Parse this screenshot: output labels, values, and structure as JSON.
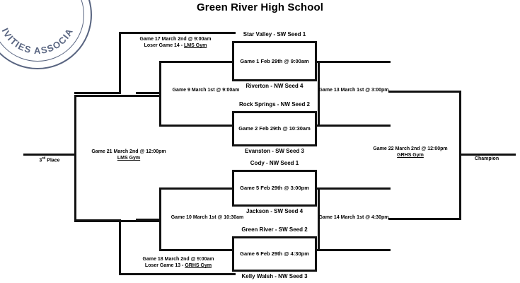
{
  "page": {
    "title": "Green River High School",
    "logo_text": "IVITIES ASSOCIA",
    "line_color": "#111111"
  },
  "bracket": {
    "type": "single-elimination-with-consolation",
    "champion_label": "Champion",
    "third_place_label": "3rd Place",
    "third_place_sup": "rd",
    "third_place_prefix": "3",
    "games": [
      {
        "id": "game-1",
        "label": "Game 1 Feb 29th @ 9:00am",
        "number": 1,
        "date": "Feb 29th",
        "time": "9:00am",
        "top_team": "Star Valley - SW Seed 1",
        "bottom_team": "Riverton - NW Seed 4"
      },
      {
        "id": "game-2",
        "label": "Game 2 Feb 29th @ 10:30am",
        "number": 2,
        "date": "Feb 29th",
        "time": "10:30am",
        "top_team": "Rock Springs - NW Seed 2",
        "bottom_team": "Evanston - SW Seed 3"
      },
      {
        "id": "game-5",
        "label": "Game 5 Feb 29th @ 3:00pm",
        "number": 5,
        "date": "Feb 29th",
        "time": "3:00pm",
        "top_team": "Cody - NW Seed 1",
        "bottom_team": "Jackson - SW Seed 4"
      },
      {
        "id": "game-6",
        "label": "Game 6 Feb 29th @ 4:30pm",
        "number": 6,
        "date": "Feb 29th",
        "time": "4:30pm",
        "top_team": "Green River - SW Seed 2",
        "bottom_team": "Kelly Walsh - NW Seed 3"
      }
    ],
    "rounds": [
      {
        "id": "game-9",
        "label": "Game 9 March 1st @ 9:00am",
        "number": 9,
        "date": "March 1st",
        "time": "9:00am"
      },
      {
        "id": "game-10",
        "label": "Game 10 March 1st @ 10:30am",
        "number": 10,
        "date": "March 1st",
        "time": "10:30am"
      },
      {
        "id": "game-13",
        "label": "Game 13 March 1st @ 3:00pm",
        "number": 13,
        "date": "March 1st",
        "time": "3:00pm"
      },
      {
        "id": "game-14",
        "label": "Game 14 March 1st @ 4:30pm",
        "number": 14,
        "date": "March 1st",
        "time": "4:30pm"
      }
    ],
    "consolation": [
      {
        "id": "game-17",
        "line1": "Game 17 March 2nd @ 9:00am",
        "line2_prefix": "Loser Game 14 - ",
        "line2_venue": "LMS Gym"
      },
      {
        "id": "game-18",
        "line1": "Game 18 March 2nd @ 9:00am",
        "line2_prefix": "Loser Game 13 - ",
        "line2_venue": "GRHS Gym"
      },
      {
        "id": "game-21",
        "line1": "Game 21 March 2nd @ 12:00pm",
        "line2_prefix": "",
        "line2_venue": "LMS Gym"
      },
      {
        "id": "game-22",
        "line1": "Game 22 March 2nd @ 12:00pm",
        "line2_prefix": "",
        "line2_venue": "GRHS Gym"
      }
    ]
  }
}
